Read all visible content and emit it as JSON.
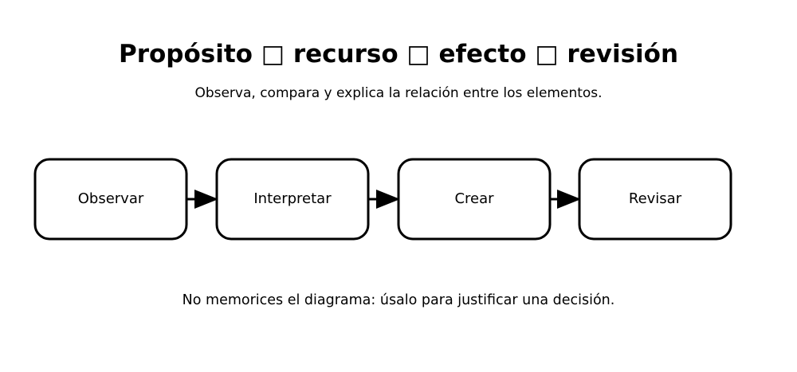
{
  "title": "Propósito □ recurso □ efecto □ revisión",
  "subtitle": "Observa, compara y explica la relación entre los elementos.",
  "steps": [
    {
      "label": "Observar"
    },
    {
      "label": "Interpretar"
    },
    {
      "label": "Crear"
    },
    {
      "label": "Revisar"
    }
  ],
  "footer": "No memorices el diagrama: úsalo para justificar una decisión.",
  "colors": {
    "stroke": "#000000",
    "fill": "#ffffff",
    "text": "#000000"
  }
}
